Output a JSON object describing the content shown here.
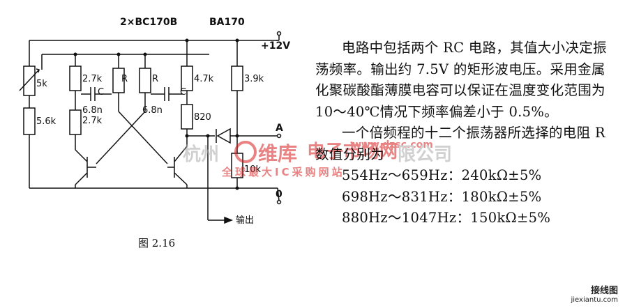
{
  "figure": {
    "header_transistors": "2×BC170B",
    "header_diode": "BA170",
    "supply": "+12V",
    "resistors": {
      "pot": "5k",
      "r_left_bottom": "5.6k",
      "r1": "2.7k",
      "r2": "2.7k",
      "r_timing_1": "R",
      "r_timing_2": "R",
      "r3": "4.7k",
      "r4": "820",
      "r5": "3.9k",
      "r6": "10k"
    },
    "capacitors": {
      "c1": "C",
      "c1_value": "6.8n",
      "c2": "C",
      "c2_value": "6.8n"
    },
    "node_a": "A",
    "ground": "0",
    "output": "输出",
    "caption": "图 2.16"
  },
  "text": {
    "para1": "电路中包括两个 RC 电路，其值大小决定振荡频率。输出约 7.5V 的矩形波电压。采用金属化聚碳酸酯薄膜电容可以保证在温度变化范围为 10～40℃情况下频率偏差小于 0.5%。",
    "para2": "一个倍频程的十二个振荡器所选择的电阻 R 数值分别为",
    "rows": [
      "554Hz～659Hz：240kΩ±5%",
      "698Hz～831Hz：180kΩ±5%",
      "880Hz～1047Hz：150kΩ±5%"
    ]
  },
  "watermark": {
    "city": "杭州",
    "logo": "维库",
    "site": "www.dzsc.com",
    "company": "电子市场网",
    "suffix": "限公司",
    "slogan": "全球最大IC采购网站"
  },
  "brand": {
    "name": "接线图",
    "domain": "jiexiantu.com",
    "dot": ".com"
  },
  "colors": {
    "ink": "#111111",
    "watermark_red": "#d81e1e",
    "brand_red": "#e33333"
  }
}
